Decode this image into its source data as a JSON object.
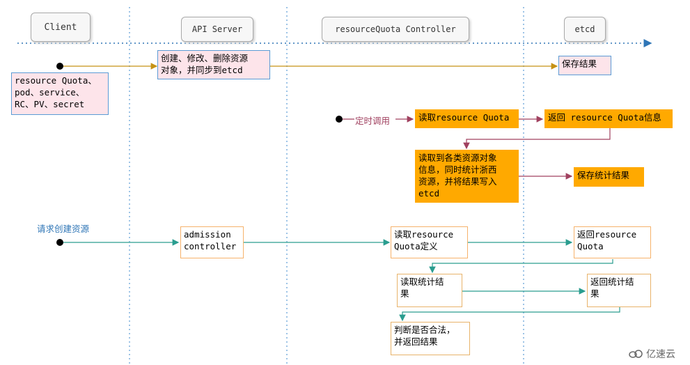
{
  "lanes": {
    "client": "Client",
    "api_server": "API Server",
    "quota_controller": "resourceQuota Controller",
    "etcd": "etcd"
  },
  "flow1": {
    "client_box": "resource  Quota、\npod、service、\nRC、PV、secret",
    "api_box": "创建、修改、删除资源\n对象，并同步到etcd",
    "etcd_box": "保存结果"
  },
  "flow2": {
    "trigger_label": "定时调用",
    "read_quota": "读取resource Quota",
    "return_quota_info": "返回 resource Quota信息",
    "read_objects": "读取到各类资源对象\n信息，同时统计浙西\n资源，并将结果写入\netcd",
    "save_stats": "保存统计结果"
  },
  "flow3": {
    "request_label": "请求创建资源",
    "admission": "admission\ncontroller",
    "read_def": "读取resource\nQuota定义",
    "return_quota": "返回resource\nQuota",
    "read_stats": "读取统计结\n果",
    "return_stats": "返回统计结\n果",
    "judge": "判断是否合法，\n并返回结果"
  },
  "watermark": "亿速云",
  "colors": {
    "lane_line": "#5b9bd5",
    "flow1_arrow": "#c69214",
    "flow2_arrow": "#a0405f",
    "flow3_arrow": "#2a9d8f",
    "orange": "#ffa900"
  }
}
